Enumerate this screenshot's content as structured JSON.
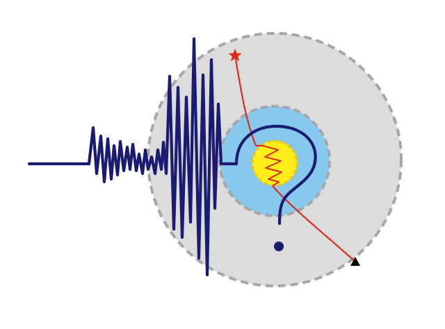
{
  "illustration": {
    "subject": "earth-interior-seismic-question",
    "layers": [
      {
        "name": "mantle",
        "fill": "#dcdcdc",
        "border": "#a6a6a6",
        "border_style": "dashed"
      },
      {
        "name": "outer-core",
        "fill": "#87c8ef",
        "border": "#a6a6a6",
        "border_style": "dashed"
      },
      {
        "name": "inner-core",
        "fill": "#ffee1a",
        "border": "#f5c400",
        "border_style": "dashed"
      }
    ],
    "seismogram": {
      "color": "#1a1c72"
    },
    "question_mark": {
      "color": "#1a1c72"
    },
    "ray_path": {
      "color": "#dd2c1f"
    },
    "markers": {
      "source": {
        "shape": "star",
        "color": "#dd2c1f"
      },
      "receiver": {
        "shape": "triangle",
        "color": "#000000"
      }
    },
    "background": "#ffffff"
  }
}
